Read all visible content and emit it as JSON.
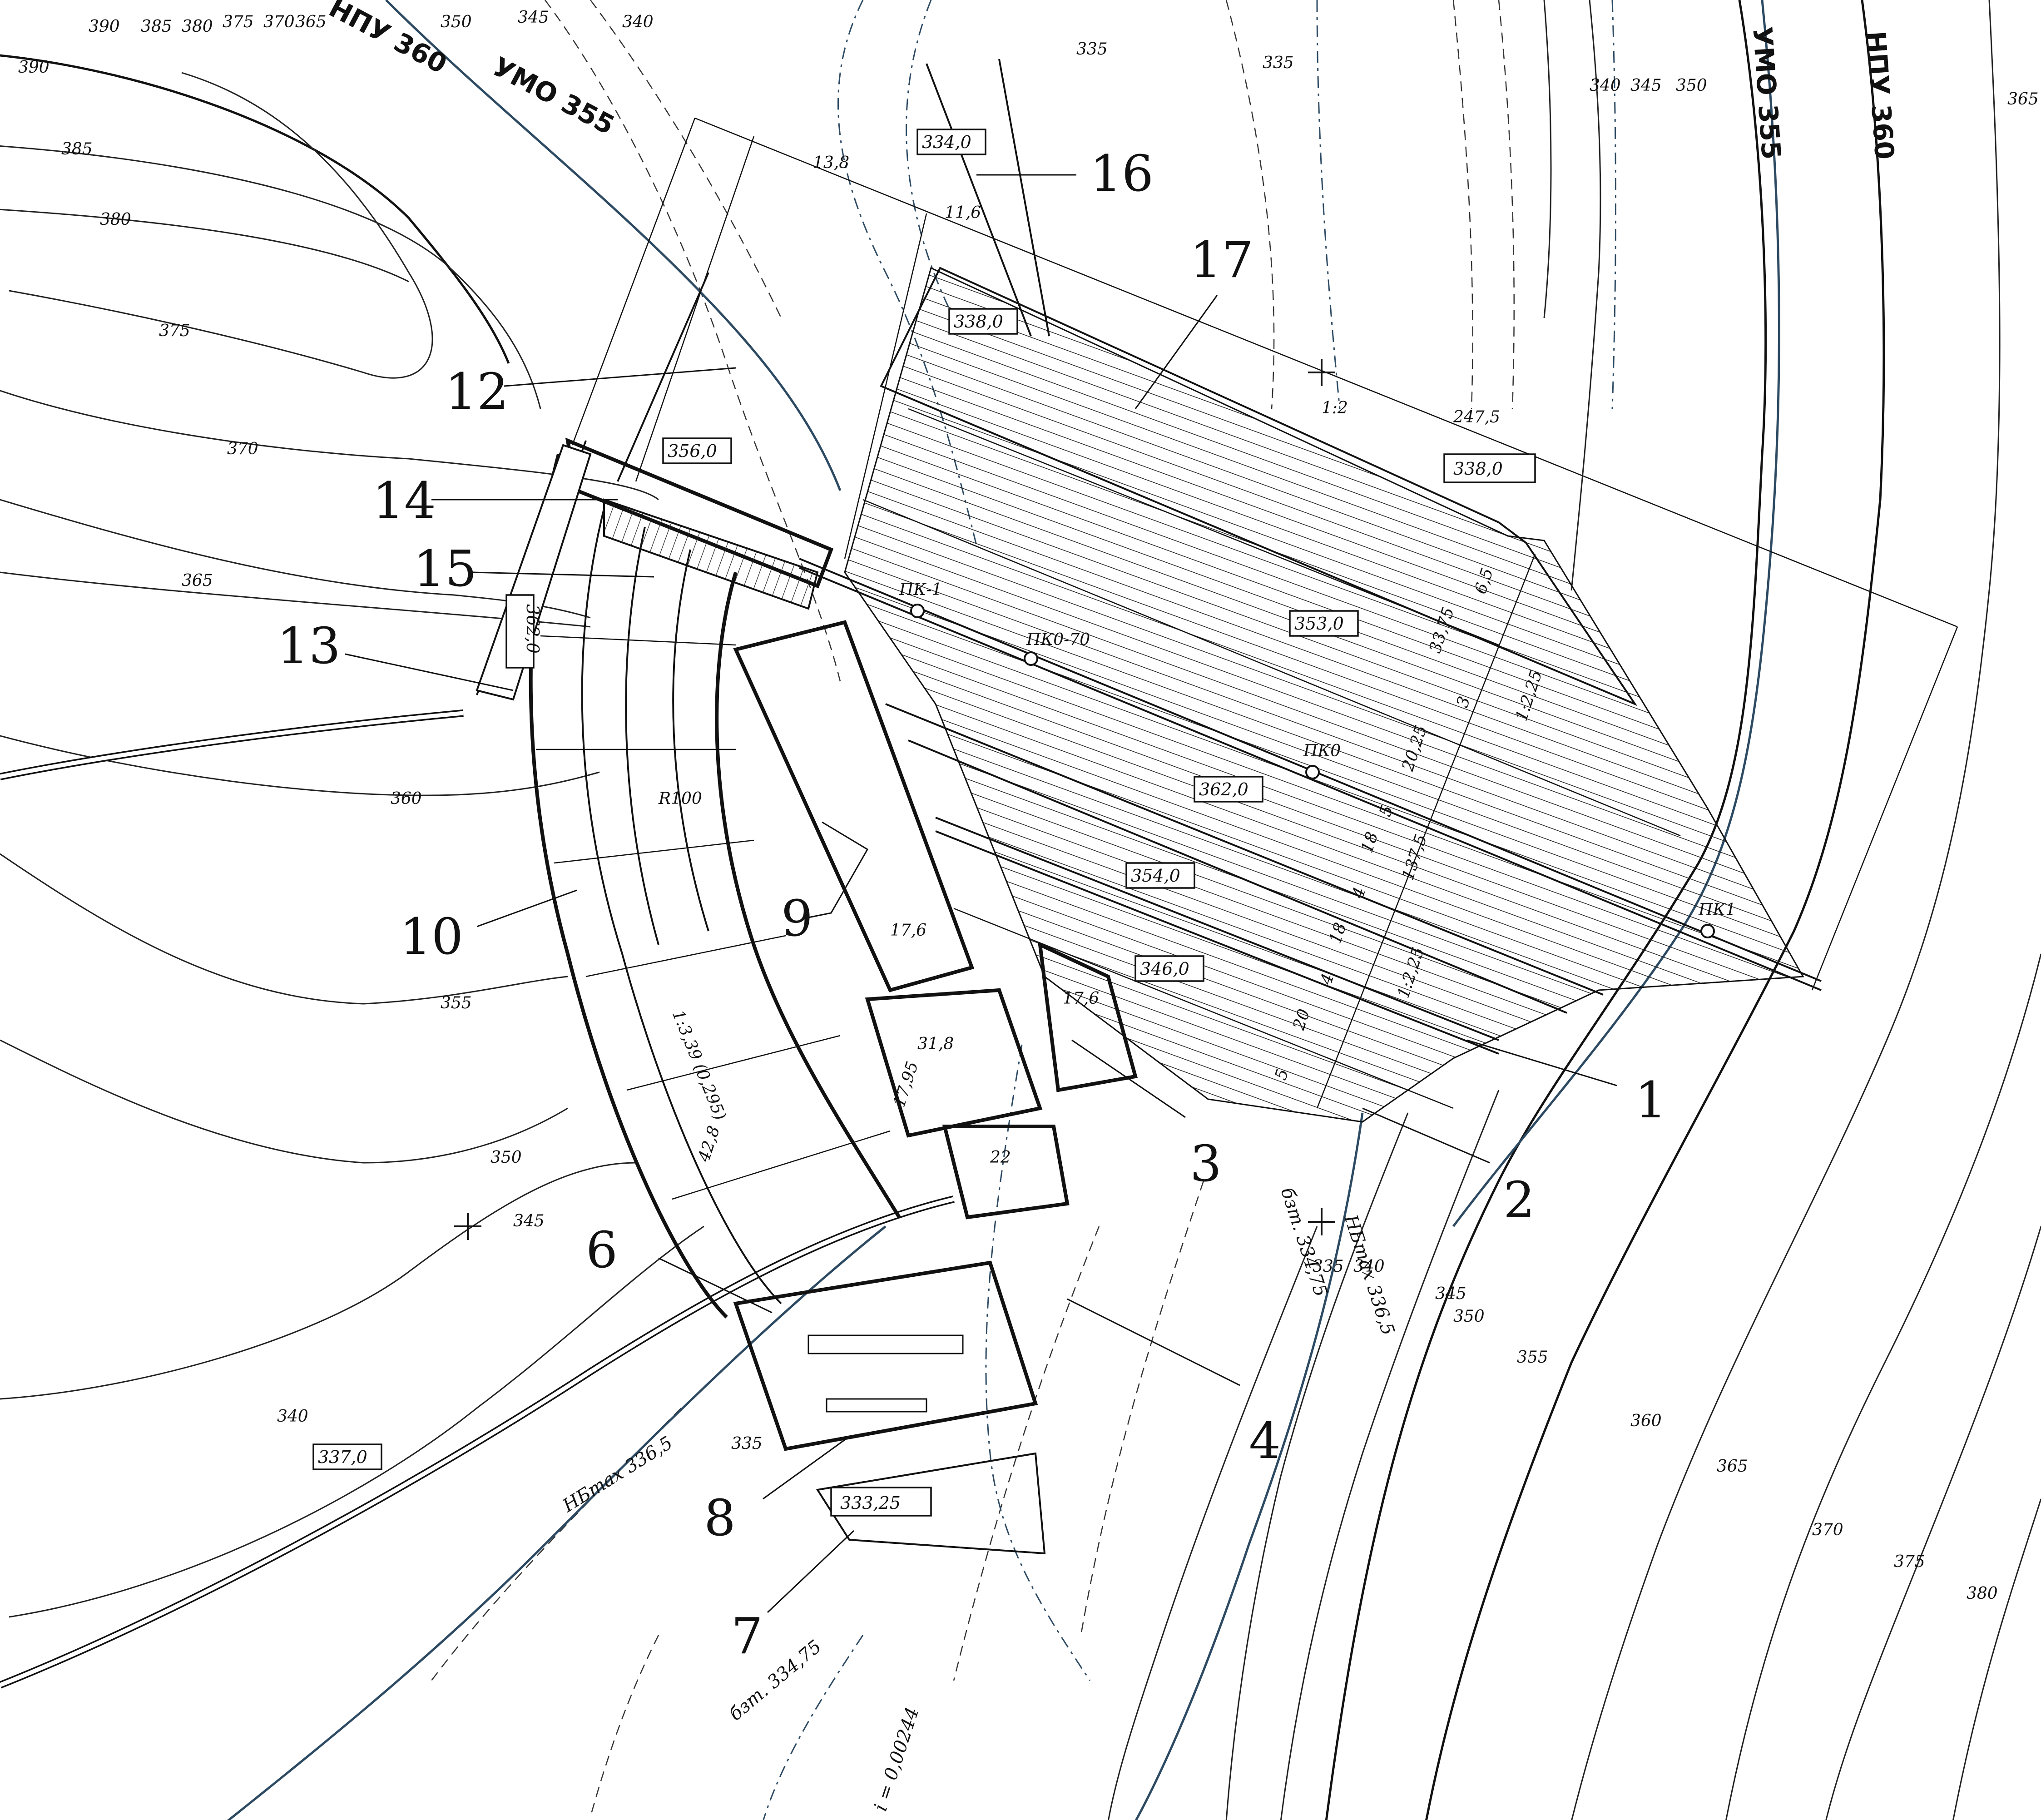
{
  "callouts": [
    "1",
    "2",
    "3",
    "4",
    "6",
    "7",
    "8",
    "9",
    "10",
    "12",
    "13",
    "14",
    "15",
    "16",
    "17"
  ],
  "contour_labels": {
    "c390a": "390",
    "c385a": "385",
    "c380a": "380",
    "c375a": "375",
    "c370a": "370",
    "c365a": "365",
    "c360a": "360",
    "c355a": "355",
    "c350a": "350",
    "c345a": "345",
    "c340a": "340",
    "c335a": "335",
    "c335b": "335",
    "c335c": "335",
    "t390": "390",
    "t385": "385",
    "t380": "380",
    "t375": "375",
    "t370": "370",
    "t365": "365",
    "t350": "350",
    "t345": "345",
    "t340": "340",
    "r340": "340",
    "r345": "345",
    "r350": "350",
    "r365": "365",
    "br335": "335",
    "br340": "340",
    "br345": "345",
    "br350": "350",
    "br355": "355",
    "br360": "360",
    "br365": "365",
    "br370": "370",
    "br375": "375",
    "br380": "380"
  },
  "elevations": {
    "e334": "334,0",
    "e338a": "338,0",
    "e356": "356,0",
    "e338b": "338,0",
    "e353": "353,0",
    "e362v": "362,0",
    "e362": "362,0",
    "e354": "354,0",
    "e346": "346,0",
    "e337": "337,0",
    "e33325": "333,25"
  },
  "water_levels": {
    "nlu360_top": "НПУ 360",
    "umo355_top": "УМО 355",
    "umo355_right": "УМО 355",
    "nlu360_right": "НПУ 360",
    "nbmax_left": "НБmax 336,5",
    "nbmax_right": "НБmax 336,5",
    "bzt_left": "бзт. 334,75",
    "bzt_right": "бзт. 334,75"
  },
  "dimensions": {
    "d138": "13,8",
    "d116": "11,6",
    "d2475": "247,5",
    "d12": "1:2",
    "d65": "6,5",
    "d3375": "33,75",
    "d3": "3",
    "d2025": "20,25",
    "d5a": "5",
    "d18a": "18",
    "d4a": "4",
    "d1375": "137,5",
    "d18b": "18",
    "d4b": "4",
    "d20": "20",
    "d5b": "5",
    "d225a": "1:2,25",
    "d225b": "1:2,25",
    "r100": "R100",
    "d176a": "17,6",
    "d176b": "17,6",
    "d318": "31,8",
    "d1795": "17,95",
    "d428": "42,8",
    "d22": "22",
    "slope": "1:3,39 (0,295)",
    "gradient": "i = 0,00244"
  },
  "stations": {
    "pk_minus1": "ПК-1",
    "pk0_70": "ПК0-70",
    "pk0": "ПК0",
    "pk1": "ПК1"
  }
}
